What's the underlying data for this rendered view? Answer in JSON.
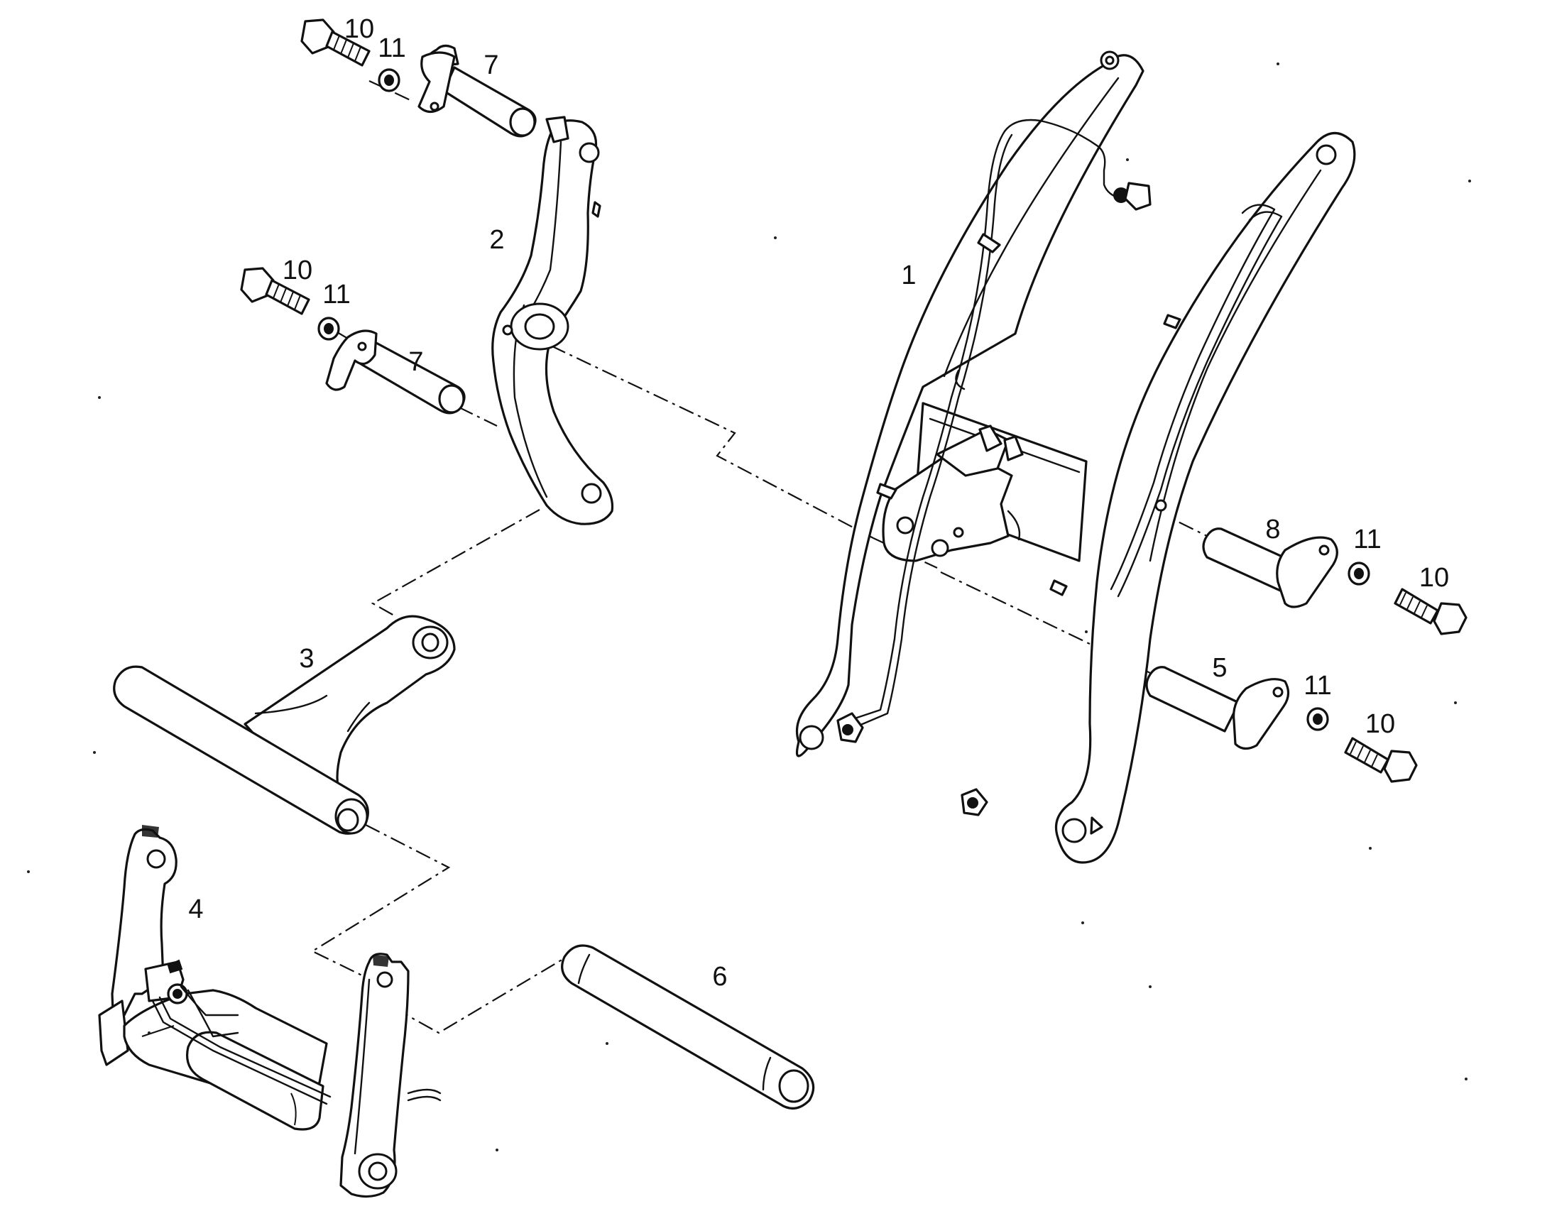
{
  "callouts": {
    "main_frame": "1",
    "left_lever": "2",
    "cross_tube": "3",
    "tool_carrier": "4",
    "pivot_pin_lower": "5",
    "carrier_pin": "6",
    "pin_top_left": "7",
    "pin_mid_left": "7",
    "pivot_pin_upper": "8",
    "bolt_top_left": "10",
    "washer_top_left": "11",
    "bolt_mid_left": "10",
    "washer_mid_left": "11",
    "washer_upper_right": "11",
    "bolt_upper_right": "10",
    "washer_lower_right": "11",
    "bolt_lower_right": "10"
  }
}
